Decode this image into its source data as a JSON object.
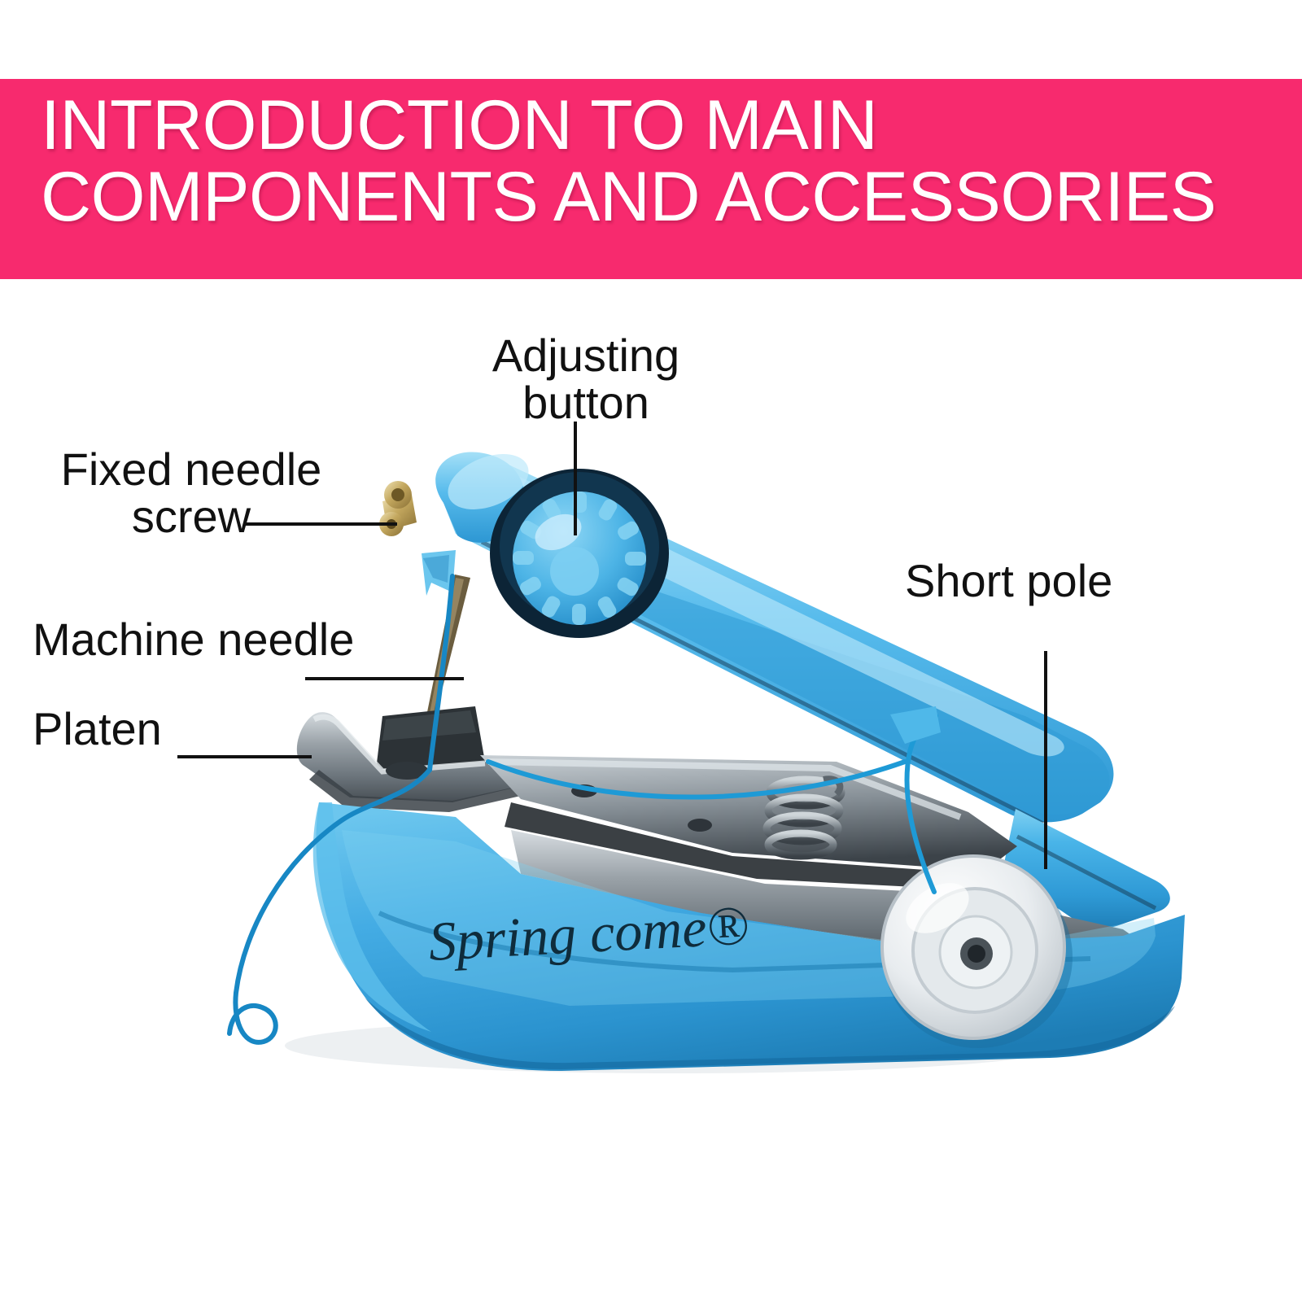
{
  "banner": {
    "line1": "INTRODUCTION TO MAIN",
    "line2": "COMPONENTS AND ACCESSORIES",
    "background_color": "#f72a6e",
    "text_color": "#ffffff"
  },
  "callouts": {
    "adjusting_button": "Adjusting\nbutton",
    "fixed_needle_screw": "Fixed needle\nscrew",
    "machine_needle": "Machine needle",
    "platen": "Platen",
    "short_pole": "Short pole"
  },
  "product": {
    "brand_text": "Spring come®",
    "body_color": "#39a6dd",
    "body_color_dark": "#2b8cc4",
    "arm_color": "#4cb7e8",
    "metal_color": "#8e969c",
    "metal_dark": "#3b4147",
    "spool_color": "#eef1f3",
    "thread_color": "#1f9ad6",
    "screw_color": "#b99a4e"
  }
}
